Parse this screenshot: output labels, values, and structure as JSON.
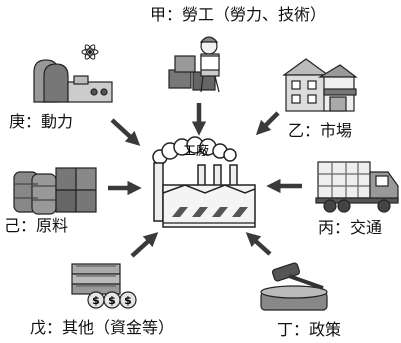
{
  "center": {
    "label": "工廠"
  },
  "factors": {
    "jia": "甲：勞工（勞力、技術）",
    "yi": "乙：市場",
    "bing": "丙：交通",
    "ding": "丁：政策",
    "wu": "戊：其他（資金等）",
    "ji": "己：原料",
    "geng": "庚：動力"
  },
  "money_symbol": "$"
}
